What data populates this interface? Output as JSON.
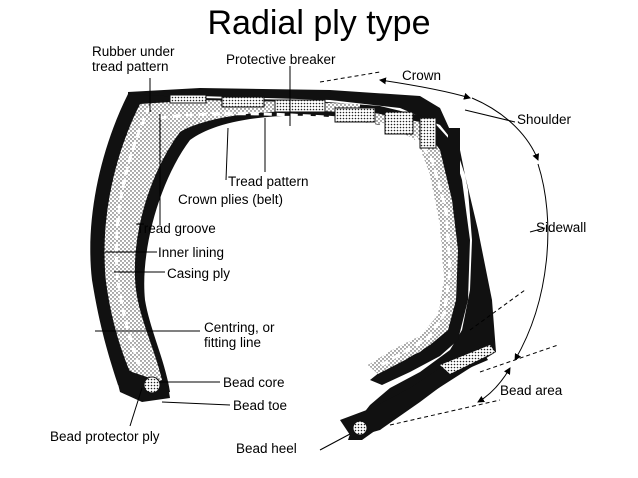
{
  "title": "Radial ply type",
  "labels": {
    "rubber_under_tread": "Rubber under\ntread pattern",
    "protective_breaker": "Protective breaker",
    "crown": "Crown",
    "shoulder": "Shoulder",
    "tread_pattern": "Tread pattern",
    "crown_plies": "Crown plies (belt)",
    "tread_groove": "Tread groove",
    "sidewall": "Sidewall",
    "inner_lining": "Inner lining",
    "casing_ply": "Casing ply",
    "centring_line": "Centring, or\nfitting line",
    "bead_core": "Bead core",
    "bead_toe": "Bead toe",
    "bead_area": "Bead area",
    "bead_protector_ply": "Bead protector ply",
    "bead_heel": "Bead heel"
  }
}
